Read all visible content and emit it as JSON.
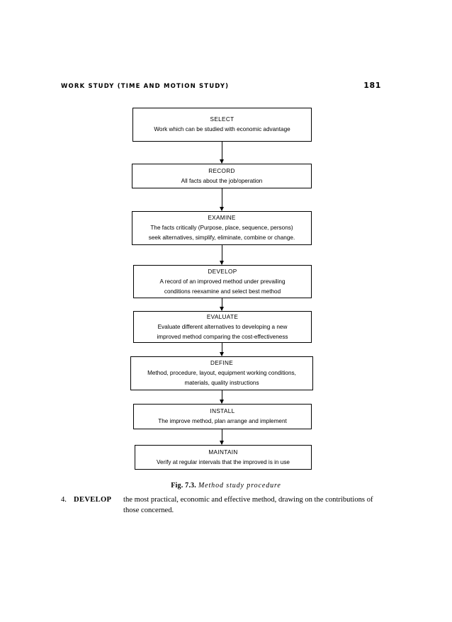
{
  "page": {
    "running_head": "WORK STUDY (TIME AND MOTION STUDY)",
    "page_number": "181"
  },
  "figure": {
    "caption_label": "Fig. 7.3.",
    "caption_text": "Method study procedure",
    "steps": [
      {
        "title": "SELECT",
        "lines": [
          "Work which can be studied with economic advantage"
        ]
      },
      {
        "title": "RECORD",
        "lines": [
          "All facts about the job/operation"
        ]
      },
      {
        "title": "EXAMINE",
        "lines": [
          "The facts critically (Purpose, place, sequence, persons)",
          "seek alternatives, simplify, eliminate, combine or change."
        ]
      },
      {
        "title": "DEVELOP",
        "lines": [
          "A record of an improved method under prevailing",
          "conditions reexamine and select best method"
        ]
      },
      {
        "title": "EVALUATE",
        "lines": [
          "Evaluate different alternatives to developing a new",
          "improved method comparing the cost-effectiveness"
        ]
      },
      {
        "title": "DEFINE",
        "lines": [
          "Method, procedure, layout, equipment working conditions,",
          "materials, quality instructions"
        ]
      },
      {
        "title": "INSTALL",
        "lines": [
          "The improve method, plan arrange and implement"
        ]
      },
      {
        "title": "MAINTAIN",
        "lines": [
          "Verify at regular intervals that the improved is in use"
        ]
      }
    ]
  },
  "body_item": {
    "number": "4.",
    "term": "DEVELOP",
    "text": "the most practical, economic and effective method, drawing on the contributions of those  concerned."
  }
}
